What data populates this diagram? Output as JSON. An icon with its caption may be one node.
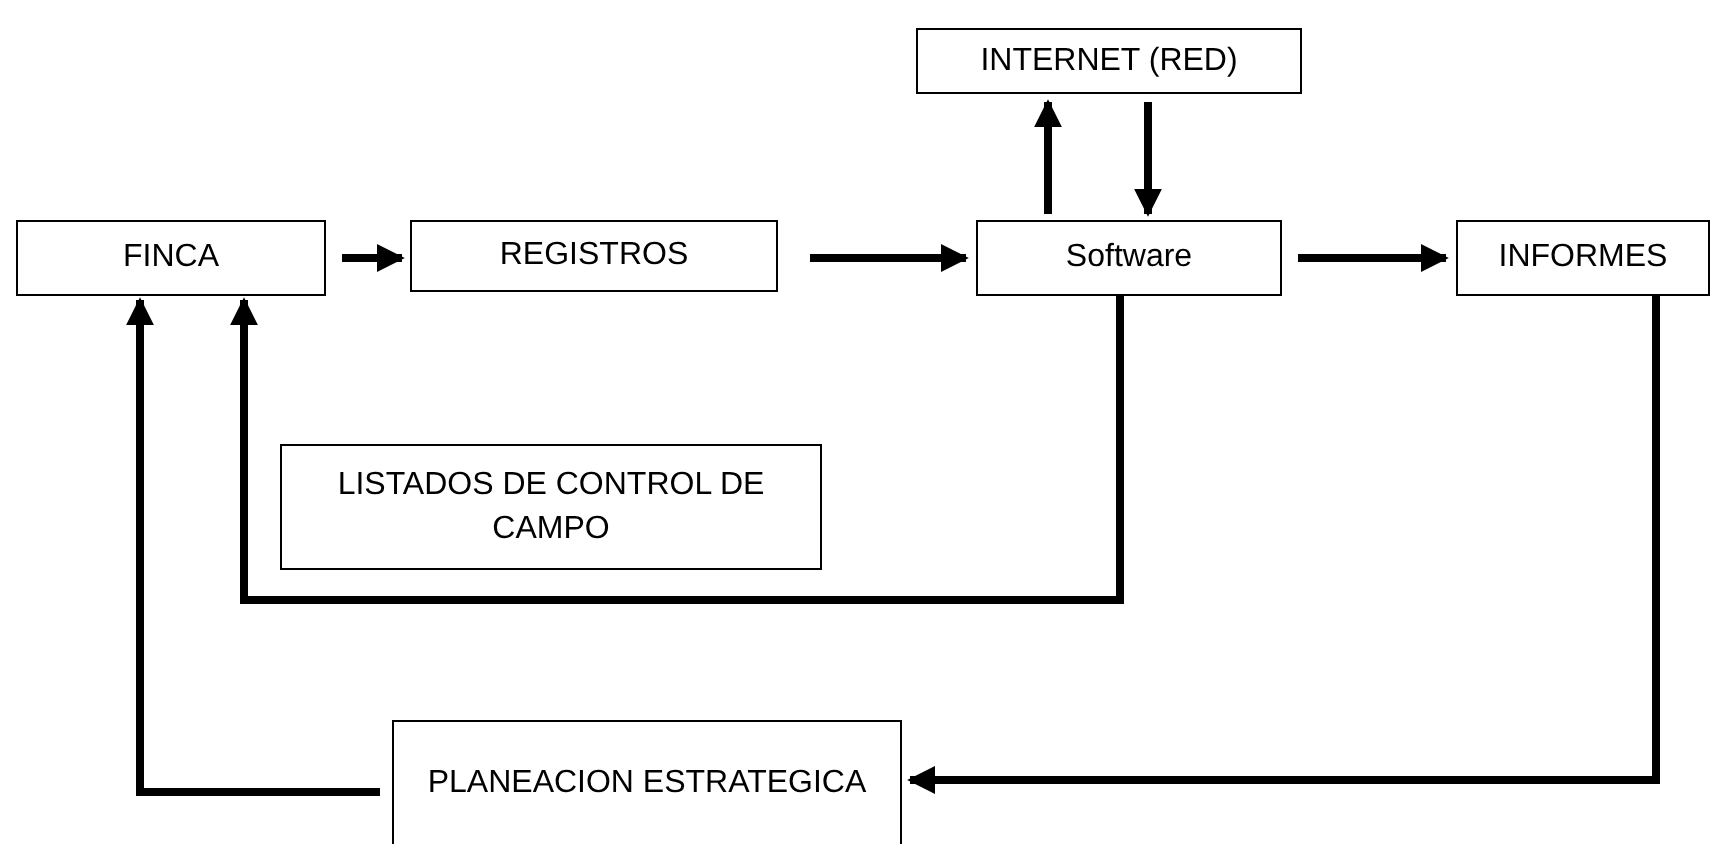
{
  "diagram": {
    "nodes": [
      {
        "text": [
          "INTERNET (RED)"
        ]
      },
      {
        "text": [
          "FINCA"
        ]
      },
      {
        "text": [
          "REGISTROS"
        ]
      },
      {
        "text": [
          "Software"
        ]
      },
      {
        "text": [
          "INFORMES"
        ]
      },
      {
        "text": [
          "LISTADOS DE CONTROL DE CAMPO"
        ]
      },
      {
        "text": [
          "PLANEACION ESTRATEGICA"
        ]
      }
    ],
    "edges": [
      {
        "from": 1,
        "to": 2,
        "arrow": "to"
      },
      {
        "from": 2,
        "to": 3,
        "arrow": "to"
      },
      {
        "from": 3,
        "to": 4,
        "arrow": "to"
      },
      {
        "from": 3,
        "to": 0,
        "arrow": "to"
      },
      {
        "from": 0,
        "to": 3,
        "arrow": "to"
      },
      {
        "from": 3,
        "to": 1,
        "arrow": "to"
      },
      {
        "from": 4,
        "to": 6,
        "arrow": "to"
      },
      {
        "from": 6,
        "to": 1,
        "arrow": "to"
      }
    ]
  }
}
